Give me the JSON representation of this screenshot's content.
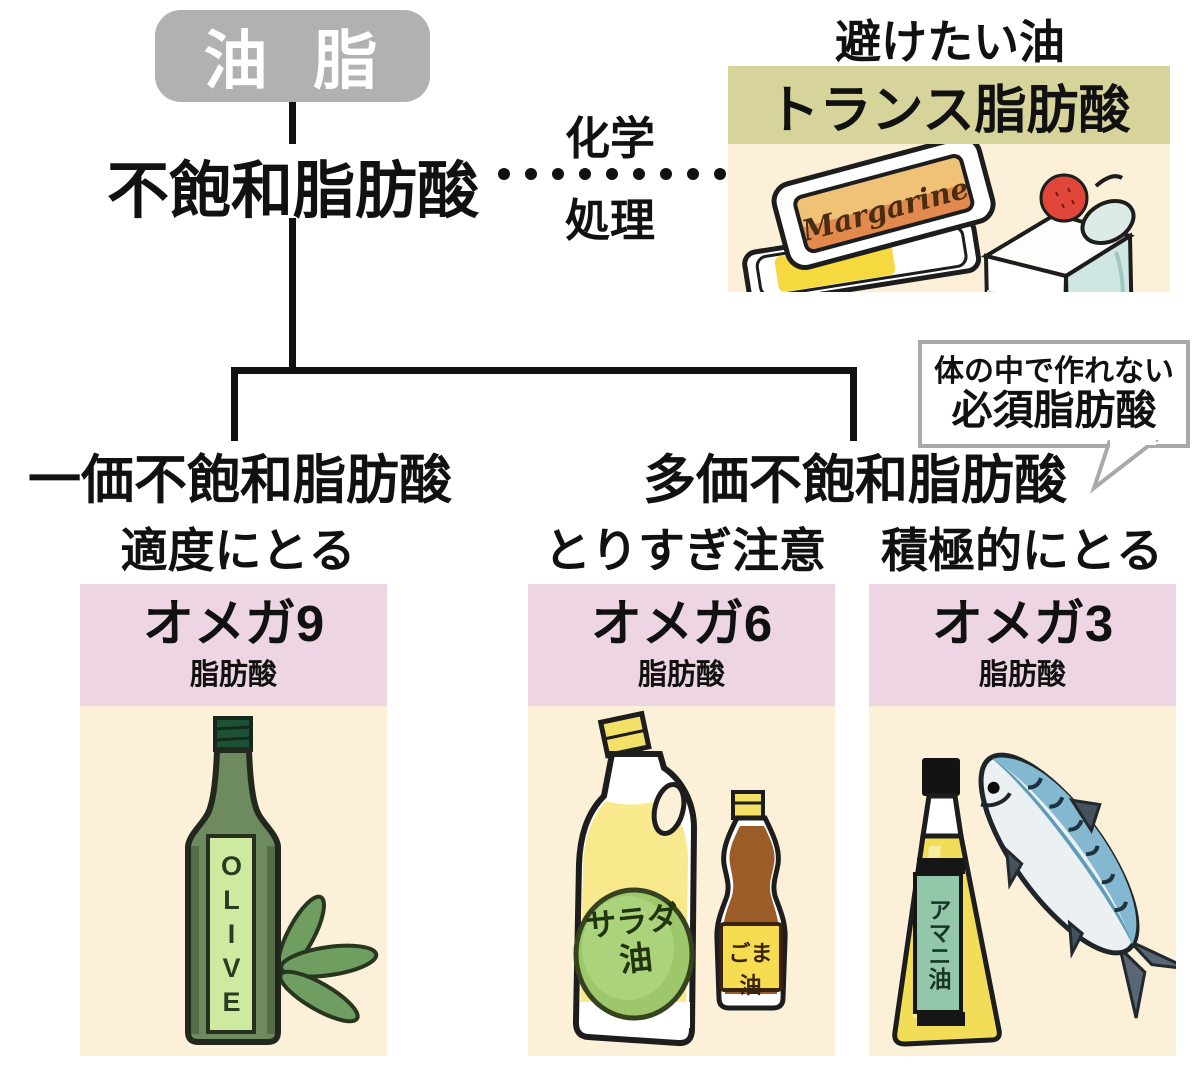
{
  "root": {
    "label": "油 脂"
  },
  "unsaturated": {
    "label": "不飽和脂肪酸"
  },
  "process": {
    "top": "化学",
    "bottom": "処理"
  },
  "trans": {
    "caption": "避けたい油",
    "title": "トランス脂肪酸",
    "margarine_text": "Margarine"
  },
  "bubble": {
    "line1": "体の中で作れない",
    "line2": "必須脂肪酸"
  },
  "branches": {
    "mono": {
      "label": "一価不飽和脂肪酸",
      "advice": "適度にとる"
    },
    "poly": {
      "label": "多価不飽和脂肪酸",
      "advice_omega6": "とりすぎ注意",
      "advice_omega3": "積極的にとる"
    }
  },
  "cards": {
    "omega9": {
      "title": "オメガ9",
      "subtitle": "脂肪酸",
      "olive_label": "OLIVE"
    },
    "omega6": {
      "title": "オメガ6",
      "subtitle": "脂肪酸",
      "salad_line1": "サラダ",
      "salad_line2": "油",
      "sesame_label": "ごま油"
    },
    "omega3": {
      "title": "オメガ3",
      "subtitle": "脂肪酸",
      "amani_label": "アマニ油"
    }
  },
  "colors": {
    "node_gray": "#b1b1b1",
    "trans_header": "#d6d39b",
    "illustration_bg": "#fcf1d8",
    "omega_header_pink": "#eed5e3",
    "bubble_border": "#a9a9a9",
    "line": "#111111"
  }
}
